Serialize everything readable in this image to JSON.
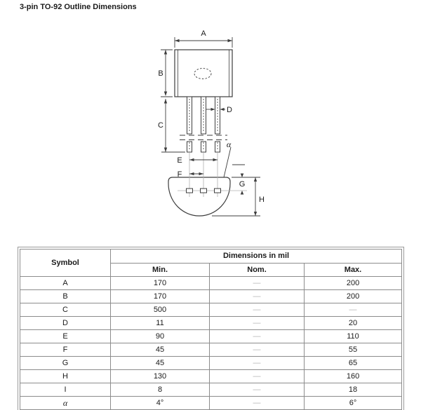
{
  "page": {
    "title": "3-pin TO-92 Outline Dimensions"
  },
  "drawing": {
    "labels": {
      "A": "A",
      "B": "B",
      "C": "C",
      "D": "D",
      "E": "E",
      "F": "F",
      "G": "G",
      "H": "H",
      "alpha": "α"
    }
  },
  "table": {
    "header": {
      "symbol": "Symbol",
      "group": "Dimensions in mil",
      "min": "Min.",
      "nom": "Nom.",
      "max": "Max."
    },
    "rows": [
      {
        "sym": "A",
        "min": "170",
        "nom": "—",
        "max": "200"
      },
      {
        "sym": "B",
        "min": "170",
        "nom": "—",
        "max": "200"
      },
      {
        "sym": "C",
        "min": "500",
        "nom": "—",
        "max": "—"
      },
      {
        "sym": "D",
        "min": "11",
        "nom": "—",
        "max": "20"
      },
      {
        "sym": "E",
        "min": "90",
        "nom": "—",
        "max": "110"
      },
      {
        "sym": "F",
        "min": "45",
        "nom": "—",
        "max": "55"
      },
      {
        "sym": "G",
        "min": "45",
        "nom": "—",
        "max": "65"
      },
      {
        "sym": "H",
        "min": "130",
        "nom": "—",
        "max": "160"
      },
      {
        "sym": "I",
        "min": "8",
        "nom": "—",
        "max": "18"
      },
      {
        "sym": "α",
        "min": "4°",
        "nom": "—",
        "max": "6°"
      }
    ]
  }
}
